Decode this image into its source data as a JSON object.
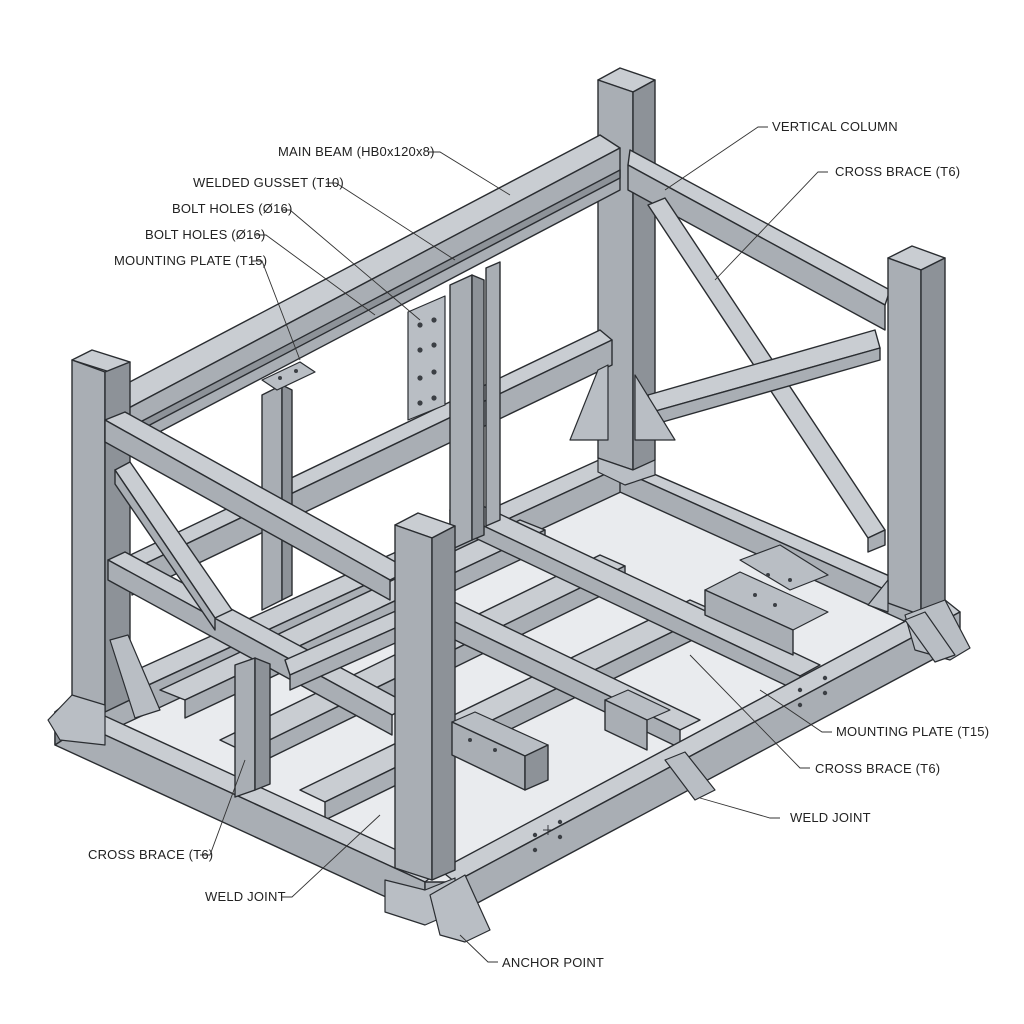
{
  "labels": {
    "main_beam": "MAIN BEAM (HB0x120x8)",
    "welded_gusset": "WELDED GUSSET (T10)",
    "bolt_holes_1": "BOLT HOLES (Ø16)",
    "bolt_holes_2": "BOLT HOLES (Ø16)",
    "mounting_plate_left": "MOUNTING PLATE (T15)",
    "vertical_column": "VERTICAL COLUMN",
    "cross_brace_top_right": "CROSS BRACE (T6)",
    "mounting_plate_right": "MOUNTING PLATE (T15)",
    "cross_brace_right": "CROSS BRACE (T6)",
    "weld_joint_right": "WELD JOINT",
    "cross_brace_bottom_left": "CROSS BRACE (T6)",
    "weld_joint_bottom_left": "WELD JOINT",
    "anchor_point": "ANCHOR POINT"
  },
  "colors": {
    "steel_top": "#c9cdd2",
    "steel_side": "#a9aeb4",
    "steel_dark": "#8d9298",
    "outline": "#2a2d31",
    "background": "#ffffff"
  }
}
